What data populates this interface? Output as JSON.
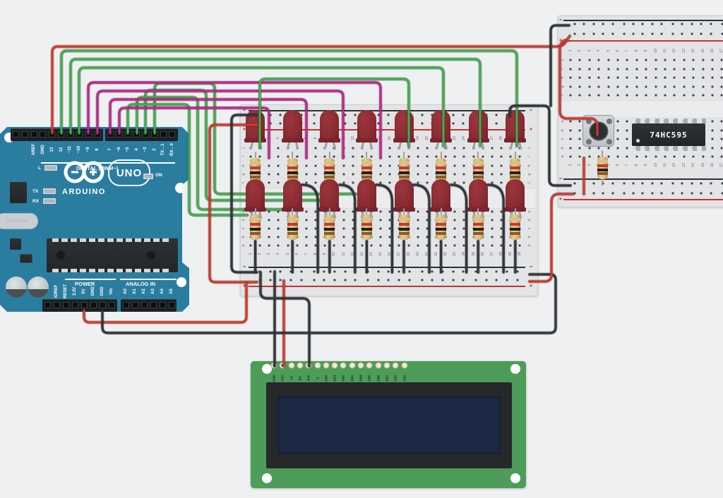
{
  "arduino": {
    "brand": "ARDUINO",
    "model": "UNO",
    "digital_label": "DIGITAL (PWM~)",
    "power_label": "POWER",
    "analog_label": "ANALOG IN",
    "on_label": "ON",
    "crystal_label": "SPX16.000G",
    "status_leds": [
      "L",
      "TX",
      "RX"
    ],
    "digital_pins_left": [
      "AREF",
      "GND",
      "13",
      "12",
      "~11",
      "~10",
      "~9",
      "8"
    ],
    "digital_pins_right": [
      "7",
      "~6",
      "~5",
      "4",
      "~3",
      "2",
      "TX→1",
      "RX←0"
    ],
    "power_pins": [
      "IOREF",
      "RESET",
      "3.3V",
      "5V",
      "GND",
      "GND",
      "Vin"
    ],
    "analog_pins": [
      "A0",
      "A1",
      "A2",
      "A3",
      "A4",
      "A5"
    ],
    "board_color": "#2b7da0"
  },
  "breadboard_main": {
    "row_letters_top": [
      "j",
      "i",
      "h",
      "g",
      "f"
    ],
    "row_letters_bottom": [
      "e",
      "d",
      "c",
      "b",
      "a"
    ],
    "column_numbers": [
      "1",
      "2",
      "3",
      "4",
      "5",
      "6",
      "7",
      "8",
      "9",
      "10",
      "11",
      "12",
      "13",
      "14",
      "15",
      "16",
      "17",
      "18",
      "19",
      "20",
      "21",
      "22",
      "23",
      "24",
      "25",
      "26",
      "27",
      "28",
      "29",
      "30"
    ],
    "plus": "+",
    "minus": "−",
    "led_count": 16,
    "resistor_count": 16
  },
  "breadboard_right": {
    "row_letters_top": [
      "j",
      "i",
      "h",
      "g",
      "f"
    ],
    "row_letters_bottom": [
      "e",
      "d",
      "c",
      "b",
      "a"
    ],
    "column_numbers": [
      "1",
      "2",
      "3",
      "4",
      "5",
      "6",
      "7",
      "8",
      "9",
      "10",
      "11",
      "12",
      "13",
      "14",
      "15",
      "16",
      "17"
    ],
    "plus": "+",
    "minus": "−"
  },
  "chip": {
    "label": "74HC595"
  },
  "lcd": {
    "pin_labels": [
      "GND",
      "VCC",
      "V0",
      "RS",
      "RW",
      "E",
      "DB0",
      "DB1",
      "DB2",
      "DB3",
      "DB4",
      "DB5",
      "DB6",
      "DB7",
      "LED",
      "LED"
    ],
    "connected_pins": [
      0,
      1,
      4
    ]
  },
  "wire_colors": {
    "red": "#d53a2e",
    "green": "#3fae4d",
    "magenta": "#c2268f",
    "black": "#33363a"
  },
  "resistor_band_colors": [
    "#d9c08a",
    "#c23b2f",
    "#241f1c",
    "#8b5a2b"
  ]
}
